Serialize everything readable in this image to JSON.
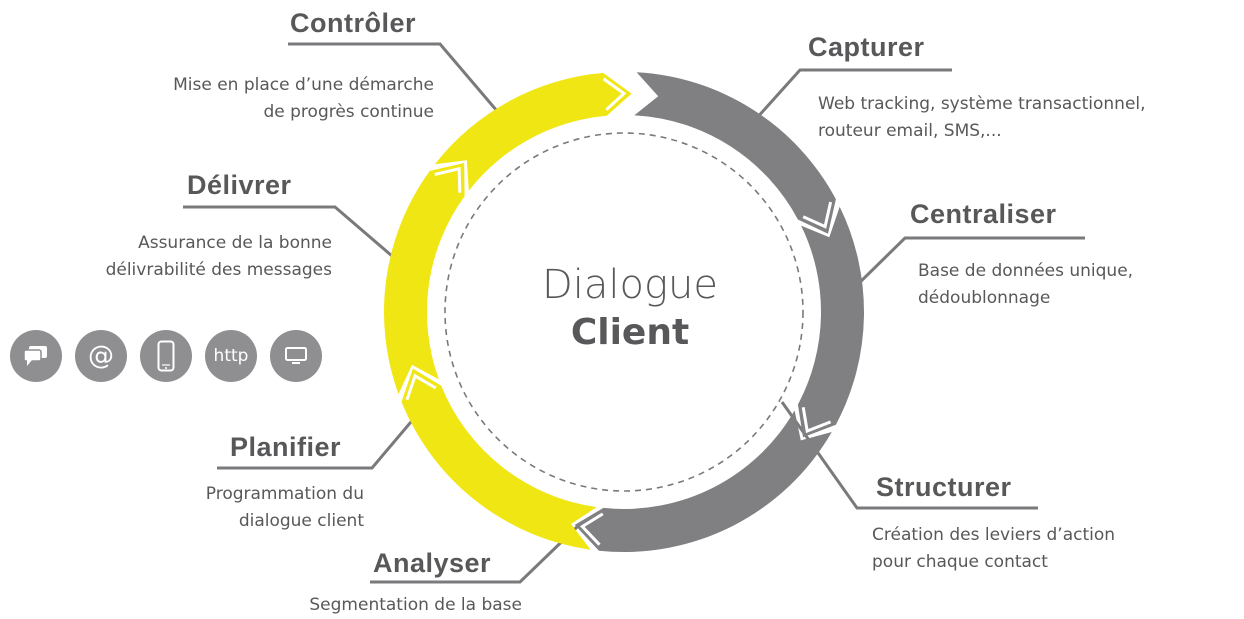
{
  "diagram": {
    "center": {
      "line1": "Dialogue",
      "line2": "Client"
    },
    "steps": [
      {
        "id": "capturer",
        "title": "Capturer",
        "desc": [
          "Web tracking, système transactionnel,",
          "routeur email, SMS,..."
        ]
      },
      {
        "id": "centraliser",
        "title": "Centraliser",
        "desc": [
          "Base de données unique,",
          "dédoublonnage"
        ]
      },
      {
        "id": "structurer",
        "title": "Structurer",
        "desc": [
          "Création des leviers d’action",
          "pour chaque contact"
        ]
      },
      {
        "id": "analyser",
        "title": "Analyser",
        "desc": [
          "Segmentation de la base"
        ]
      },
      {
        "id": "planifier",
        "title": "Planifier",
        "desc": [
          "Programmation du",
          "dialogue client"
        ]
      },
      {
        "id": "delivrer",
        "title": "Délivrer",
        "desc": [
          "Assurance de la bonne",
          "délivrabilité des messages"
        ]
      },
      {
        "id": "controler",
        "title": "Contrôler",
        "desc": [
          "Mise en place d’une démarche",
          "de progrès continue"
        ]
      }
    ],
    "channels": [
      {
        "name": "chat-icon",
        "label": ""
      },
      {
        "name": "email-at-icon",
        "label": "@"
      },
      {
        "name": "mobile-phone-icon",
        "label": ""
      },
      {
        "name": "http-icon",
        "label": "http"
      },
      {
        "name": "desktop-monitor-icon",
        "label": ""
      }
    ],
    "colors": {
      "gray": "#808082",
      "yellow": "#f0e614",
      "text": "#58585a",
      "channel_bg": "#8f8f91"
    }
  }
}
